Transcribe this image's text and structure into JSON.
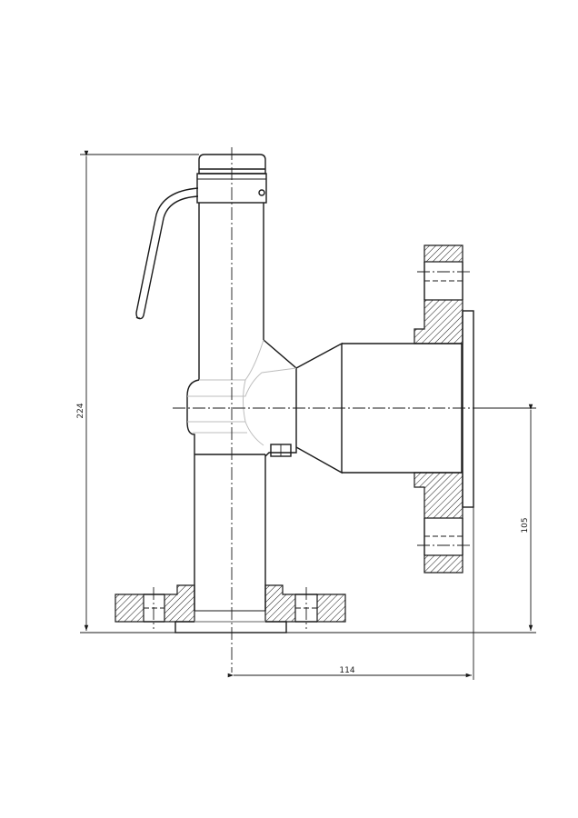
{
  "drawing": {
    "dimensions": {
      "overall_height": "224",
      "branch_height": "105",
      "branch_offset": "114"
    }
  }
}
